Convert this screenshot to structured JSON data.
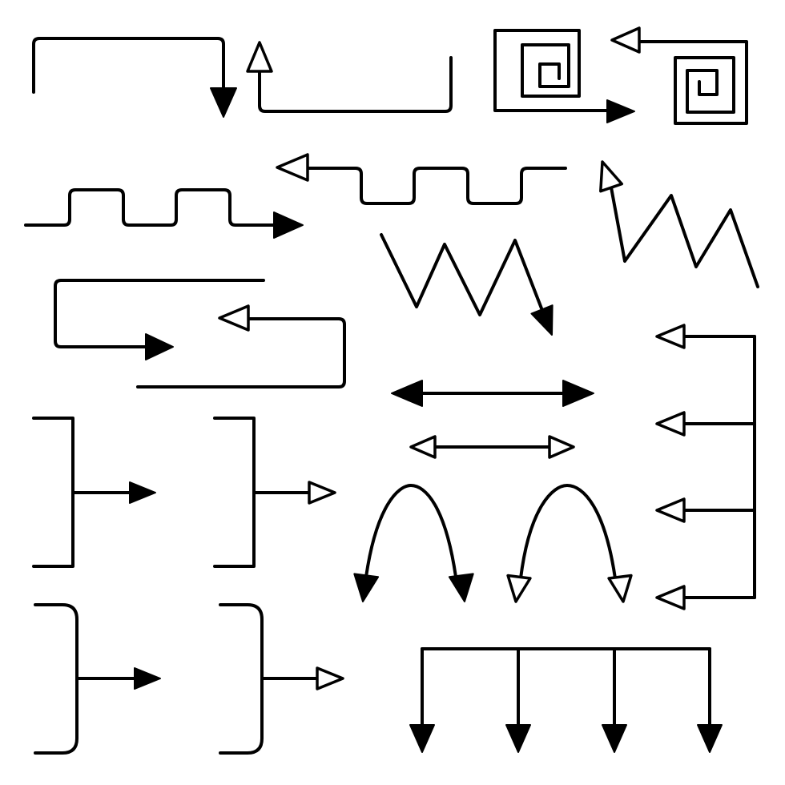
{
  "colors": {
    "ink": "#000000",
    "paper": "#ffffff"
  },
  "arrows": [
    {
      "name": "bracket-down-arrow",
      "style": "solid"
    },
    {
      "name": "u-turn-up-arrow",
      "style": "hollow"
    },
    {
      "name": "square-spiral-right-arrow",
      "style": "solid"
    },
    {
      "name": "square-spiral-left-arrow",
      "style": "hollow"
    },
    {
      "name": "square-wave-right-arrow",
      "style": "solid"
    },
    {
      "name": "square-wave-left-arrow",
      "style": "hollow"
    },
    {
      "name": "zigzag-up-arrow",
      "style": "hollow"
    },
    {
      "name": "zigzag-down-arrow",
      "style": "solid"
    },
    {
      "name": "loop-right-arrow",
      "style": "solid"
    },
    {
      "name": "loop-left-arrow",
      "style": "hollow"
    },
    {
      "name": "double-headed-arrow-solid",
      "style": "solid"
    },
    {
      "name": "double-headed-arrow-hollow",
      "style": "hollow"
    },
    {
      "name": "comb-left-arrows",
      "style": "hollow",
      "count": 4
    },
    {
      "name": "bracket-right-arrow-solid",
      "style": "solid"
    },
    {
      "name": "bracket-right-arrow-hollow",
      "style": "hollow"
    },
    {
      "name": "curved-split-arrow-solid",
      "style": "solid"
    },
    {
      "name": "curved-split-arrow-hollow",
      "style": "hollow"
    },
    {
      "name": "curly-bracket-right-arrow-solid",
      "style": "solid"
    },
    {
      "name": "curly-bracket-right-arrow-hollow",
      "style": "hollow"
    },
    {
      "name": "comb-down-arrows",
      "style": "solid",
      "count": 4
    }
  ]
}
